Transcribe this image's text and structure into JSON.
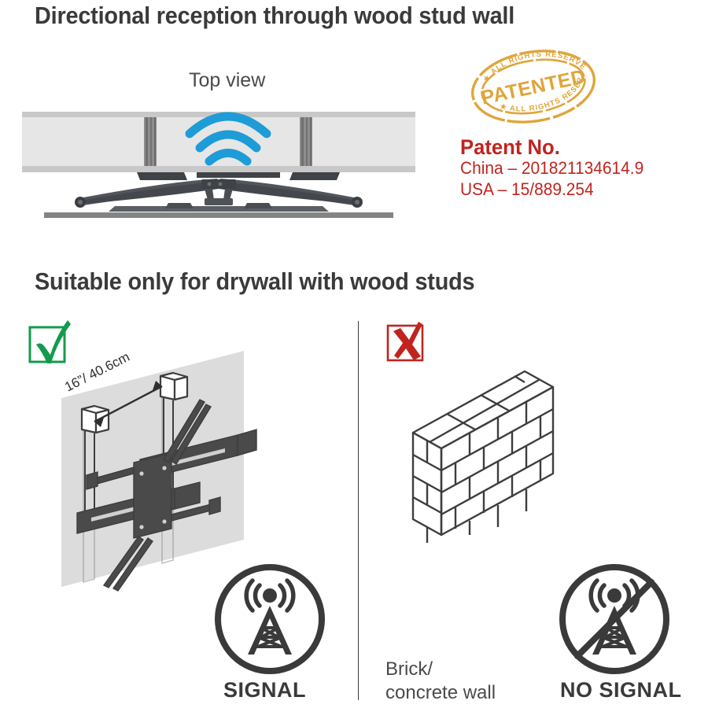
{
  "headings": {
    "main_title": "Directional reception through wood stud wall",
    "second_title": "Suitable only for drywall with wood studs"
  },
  "top_view": {
    "label": "Top view",
    "signal_color": "#1e9cd7",
    "wall_color": "#e3e3e3",
    "wall_edge_color": "#c6c6c6",
    "mount_color": "#4a4d52"
  },
  "patent": {
    "stamp_text": "PATENTED",
    "stamp_top_arc": "ALL RIGHTS RESERVED",
    "stamp_bottom_arc": "ALL RIGHTS RESERVED",
    "stamp_color": "#dfa53a",
    "heading": "Patent No.",
    "lines": [
      "China – 201821134614.9",
      "USA – 15/889.254"
    ],
    "text_color": "#c0241f"
  },
  "left_panel": {
    "status_icon": "check-mark",
    "status_color": "#139b4d",
    "measurement_label": "16”/ 40.6cm",
    "badge": {
      "icon": "radio-tower-icon",
      "caption": "SIGNAL"
    }
  },
  "right_panel": {
    "status_icon": "cross-mark",
    "status_color": "#c0241f",
    "wall_label_line1": "Brick/",
    "wall_label_line2": "concrete wall",
    "badge": {
      "icon": "radio-tower-blocked-icon",
      "caption": "NO SIGNAL"
    }
  },
  "colors": {
    "heading": "#3a3a3a",
    "line_art": "#3d3d3d",
    "wall_fill": "#d7d7d7"
  }
}
